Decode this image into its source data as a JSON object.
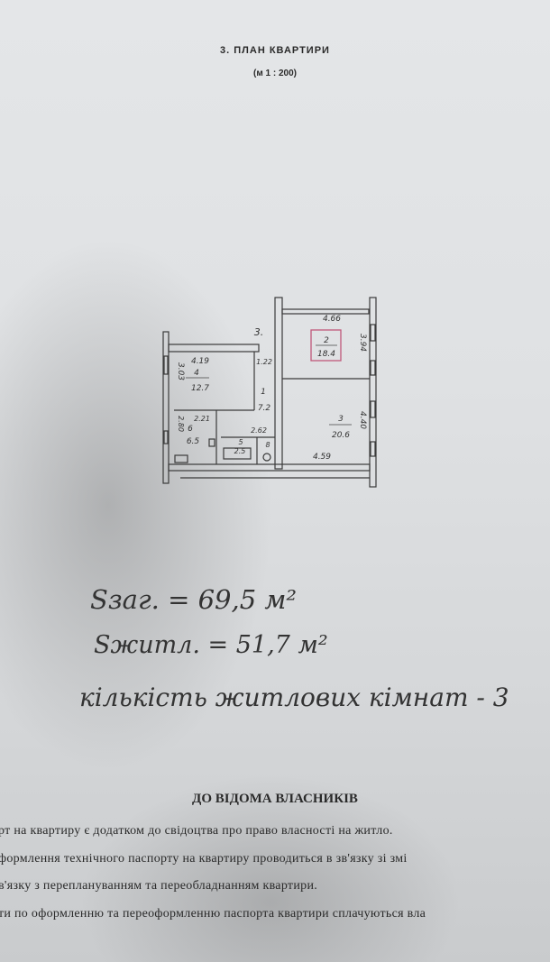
{
  "header": {
    "title": "3. ПЛАН КВАРТИРИ",
    "scale": "(м 1 : 200)"
  },
  "plan": {
    "label_3": "3.",
    "room2": {
      "number": "2",
      "area": "18.4",
      "width": "4.66",
      "length": "3.94"
    },
    "room4": {
      "number": "4",
      "area": "12.7",
      "width": "4.19",
      "length": "3.03"
    },
    "room1": {
      "number": "1",
      "area": "7.2",
      "width": "1.22"
    },
    "room3": {
      "number": "3",
      "area": "20.6",
      "width": "4.59",
      "length": "4.40"
    },
    "room6": {
      "number": "6",
      "area": "6.5",
      "width": "2.21",
      "length": "2.80"
    },
    "room5": {
      "number": "5",
      "area": "2.5",
      "width": "2.62"
    },
    "room8": {
      "number": "8"
    },
    "highlight_color": "#c0587a"
  },
  "handwritten": {
    "total_area": "Sзаг. = 69,5 м²",
    "living_area": "Sжитл. = 51,7 м²",
    "rooms_count": "кількість житлових кімнат - 3"
  },
  "notice": {
    "title": "ДО ВІДОМА ВЛАСНИКІВ",
    "lines": [
      "рт на квартиру є додатком до свідоцтва про право власності на житло.",
      "формлення технічного паспорту на квартиру проводиться в зв'язку зі змі",
      "в'язку з переплануванням та переобладнанням квартири.",
      "ти по оформленню та переоформленню паспорта квартири сплачуються вла"
    ]
  }
}
